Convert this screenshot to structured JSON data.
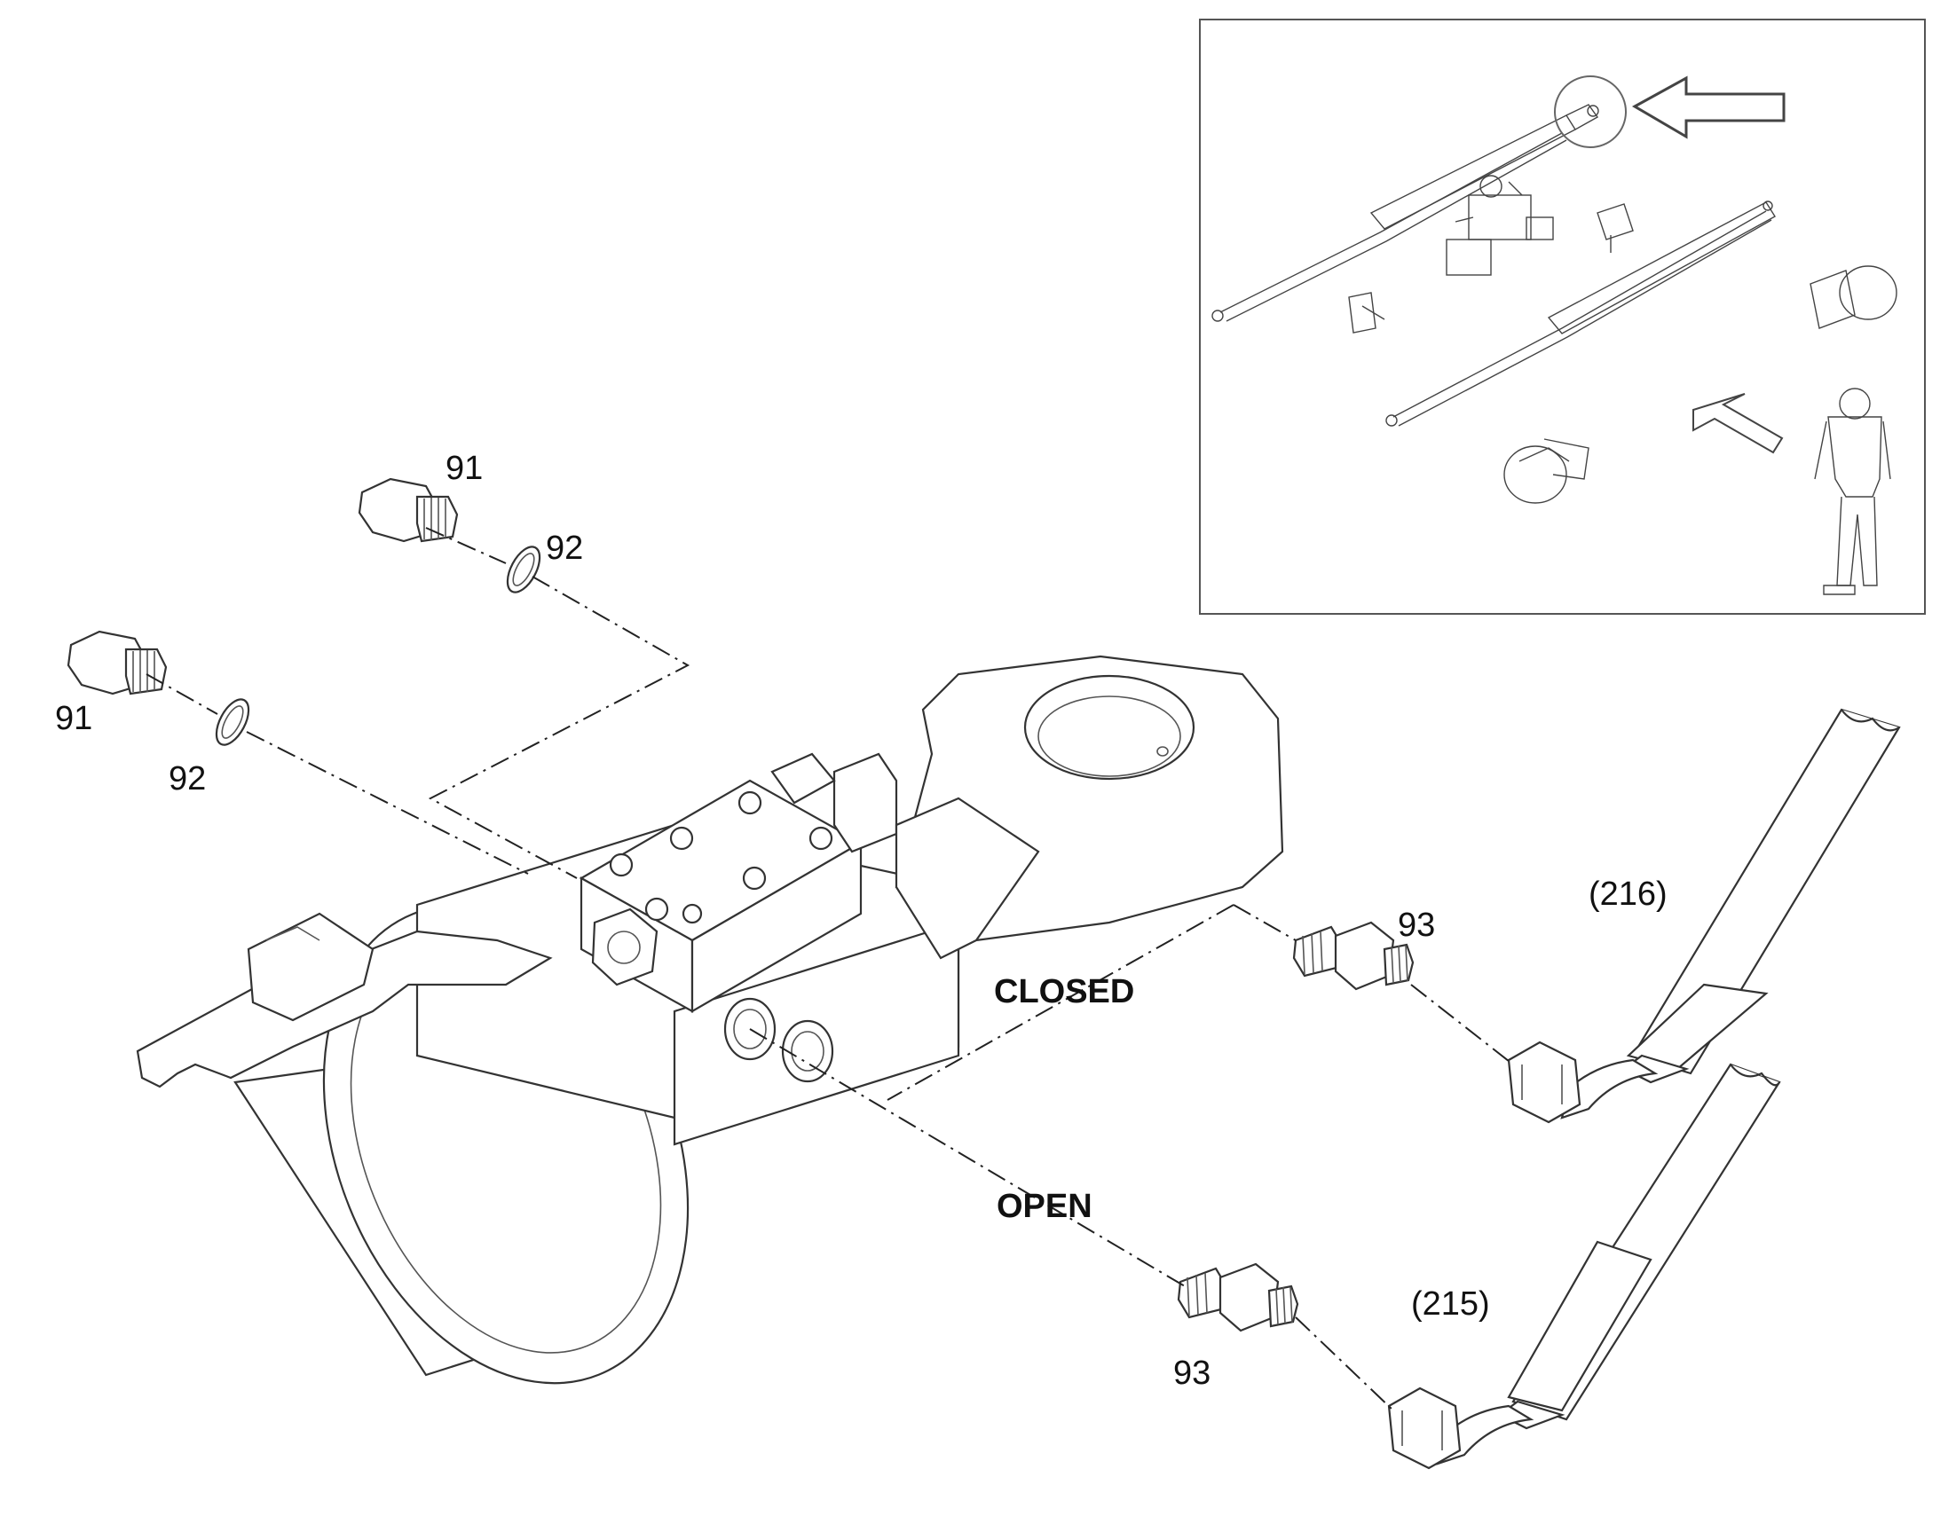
{
  "callouts": {
    "plug_upper": "91",
    "seal_upper": "92",
    "plug_left": "91",
    "seal_left": "92",
    "union_closed": "93",
    "union_open": "93",
    "hose_closed": "(216)",
    "hose_open": "(215)"
  },
  "ports": {
    "closed": "CLOSED",
    "open": "OPEN"
  },
  "colors": {
    "line": "#333333",
    "background": "#ffffff"
  }
}
